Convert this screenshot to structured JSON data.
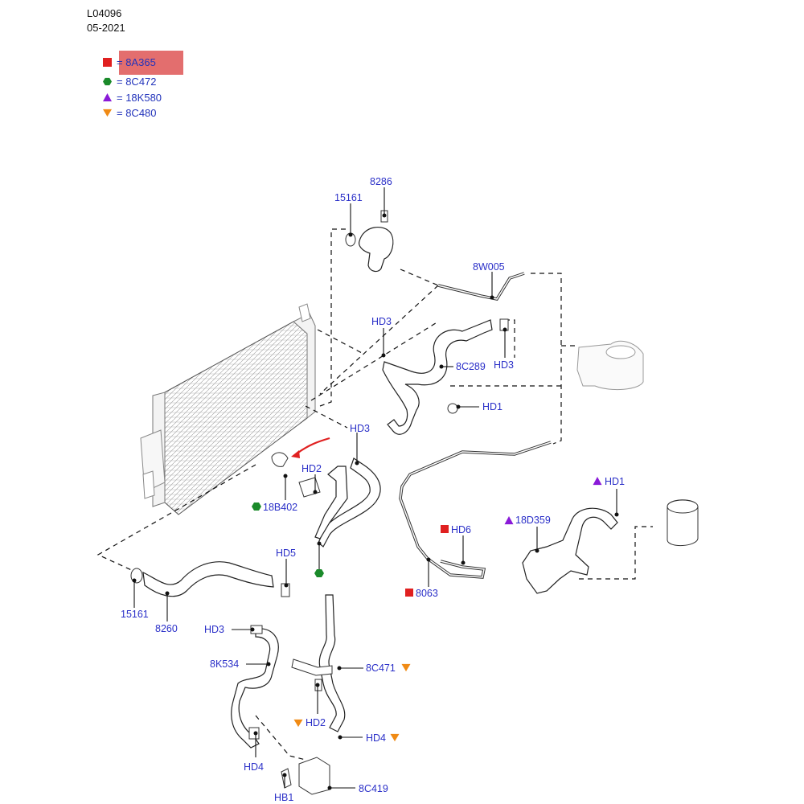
{
  "header": {
    "code": "L04096",
    "date": "05-2021"
  },
  "legend": [
    {
      "symbol": "square",
      "color": "#e02020",
      "text": "= 8A365",
      "icon": "red-square-icon"
    },
    {
      "symbol": "hexagon",
      "color": "#1a8a2a",
      "text": "= 8C472",
      "icon": "green-hexagon-icon"
    },
    {
      "symbol": "triangle-up",
      "color": "#8a1ad8",
      "text": "= 18K580",
      "icon": "purple-triangle-icon"
    },
    {
      "symbol": "triangle-down",
      "color": "#f08a14",
      "text": "= 8C480",
      "icon": "orange-triangle-icon"
    }
  ],
  "callouts": {
    "c8286": "8286",
    "c15161_top": "15161",
    "c8W005": "8W005",
    "cHD3_a": "HD3",
    "c8C289": "8C289",
    "cHD3_b": "HD3",
    "cHD1_a": "HD1",
    "cHD3_c": "HD3",
    "cHD2_a": "HD2",
    "c18B402": "18B402",
    "cHD1_b": "HD1",
    "c18D359": "18D359",
    "cHD6": "HD6",
    "c8063": "8063",
    "cHD5": "HD5",
    "c15161_bot": "15161",
    "c8260": "8260",
    "cHD3_d": "HD3",
    "c8K534": "8K534",
    "c8C471": "8C471",
    "cHD2_b": "HD2",
    "cHD4_a": "HD4",
    "cHD4_b": "HD4",
    "c8C419": "8C419",
    "cHB1": "HB1"
  }
}
